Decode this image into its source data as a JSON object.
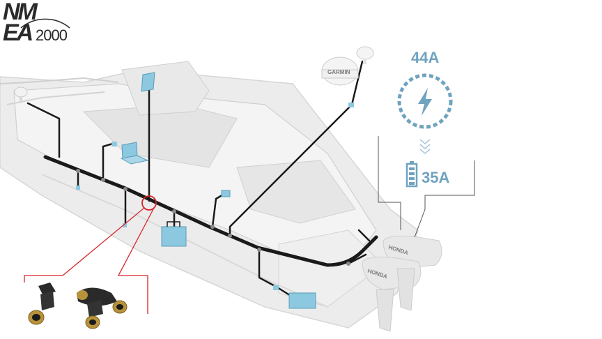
{
  "logo": {
    "line1": "NM",
    "line2": "EA",
    "suffix": "2000"
  },
  "current": {
    "before": "44A",
    "after": "35A"
  },
  "brands": {
    "radar": "GARMIN",
    "engine_top": "HONDA",
    "engine_bottom": "HONDA"
  },
  "colors": {
    "accent": "#6fa3bf",
    "device": "#8cc8e0",
    "cable": "#1a1a1a",
    "highlight": "#d8232a",
    "callout": "#555555"
  },
  "icons": [
    "lightning-icon",
    "battery-icon",
    "chevrons-down-icon",
    "connector-icon",
    "tee-connector-icon",
    "radar-dome-icon",
    "antenna-icon",
    "laptop-icon",
    "chartplotter-icon",
    "battery-box-icon"
  ]
}
